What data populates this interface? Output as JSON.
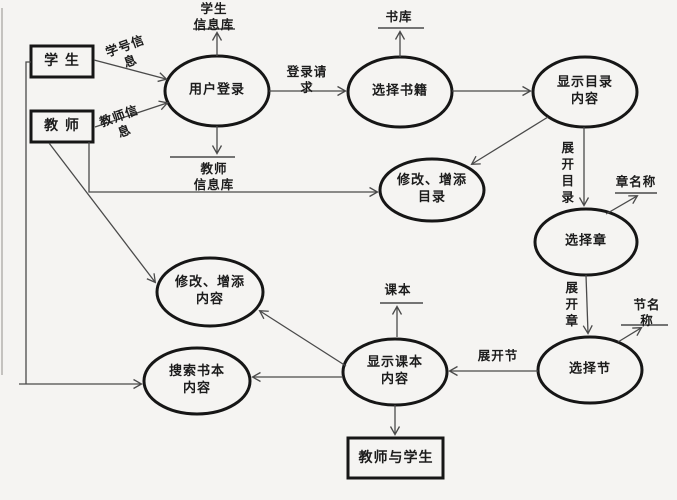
{
  "colors": {
    "background": "#f5f4f2",
    "line": "#4a4a4a",
    "shape_stroke": "#161616",
    "text": "#1c1c1c"
  },
  "external_entities": {
    "student": "学 生",
    "teacher": "教 师",
    "teacher_and_student": "教师与学生"
  },
  "processes": {
    "user_login": "用户登录",
    "select_book": "选择书籍",
    "display_catalog": "显示目录\n内容",
    "modify_add_catalog": "修改、增添\n目录",
    "select_chapter": "选择章",
    "modify_add_content": "修改、增添\n内容",
    "search_book_content": "搜索书本\n内容",
    "display_textbook_content": "显示课本\n内容",
    "select_section": "选择节"
  },
  "data_stores": {
    "student_info_db": "学生\n信息库",
    "book_db": "书库",
    "teacher_info_db": "教师\n信息库",
    "textbook": "课本",
    "chapter_name": "章名称",
    "section_name": "节名称"
  },
  "flow_labels": {
    "student_id_info": "学号信\n息",
    "teacher_info": "教师信\n息",
    "login_request": "登录请\n求",
    "expand_catalog": "展开目录",
    "expand_chapter": "展开章",
    "expand_section": "展开节"
  }
}
